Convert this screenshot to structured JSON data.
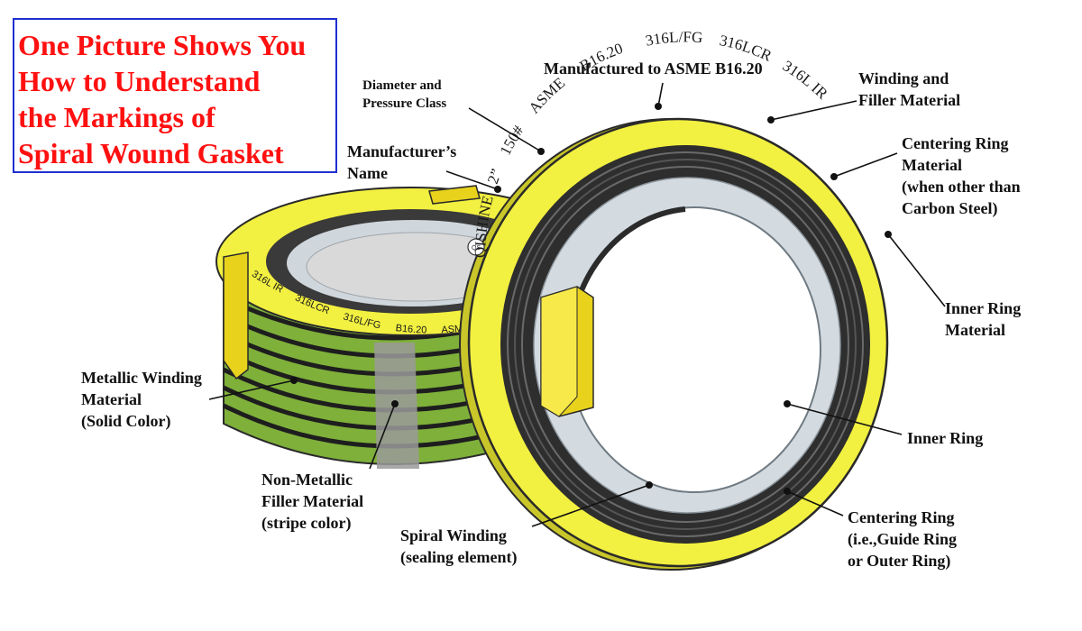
{
  "title": {
    "lines": [
      "One Picture Shows You",
      "How to Understand",
      "the Markings of",
      "Spiral Wound Gasket"
    ]
  },
  "ring_markings": {
    "qishine": "QISHINE",
    "size": "2”",
    "class": "150#",
    "asme": "ASME",
    "std": "B16.20",
    "winding": "316L/FG",
    "centering": "316LCR",
    "inner": "316L IR"
  },
  "side_markings": {
    "asme": "ASME",
    "std": "B16.20",
    "winding": "316L/FG",
    "centering": "316LCR",
    "inner": "316L IR"
  },
  "labels": {
    "manufactured": [
      "Manufactured to ASME B16.20"
    ],
    "diameter": [
      "Diameter and",
      "Pressure Class"
    ],
    "winding_filler": [
      "Winding and",
      "Filler Material"
    ],
    "manufacturer": [
      "Manufacturer’s",
      "Name"
    ],
    "centering_material": [
      "Centering Ring",
      "Material",
      "(when other than",
      "Carbon Steel)"
    ],
    "inner_ring_material": [
      "Inner Ring",
      "Material"
    ],
    "metallic": [
      "Metallic Winding",
      "Material",
      "(Solid Color)"
    ],
    "inner_ring": [
      "Inner Ring"
    ],
    "non_metallic": [
      "Non-Metallic",
      "Filler Material",
      "(stripe color)"
    ],
    "spiral": [
      "Spiral Winding",
      "(sealing element)"
    ],
    "centering_ring": [
      "Centering Ring",
      "(i.e.,Guide Ring",
      "or Outer Ring)"
    ]
  },
  "colors": {
    "title_red": "#ff1010",
    "box_blue": "#1f2fd1",
    "yellow_ring": "#f2f040",
    "green_winding": "#7fb03a",
    "dark_winding": "#3a3a3a",
    "inner_ring_grey": "#cfd6dc"
  }
}
